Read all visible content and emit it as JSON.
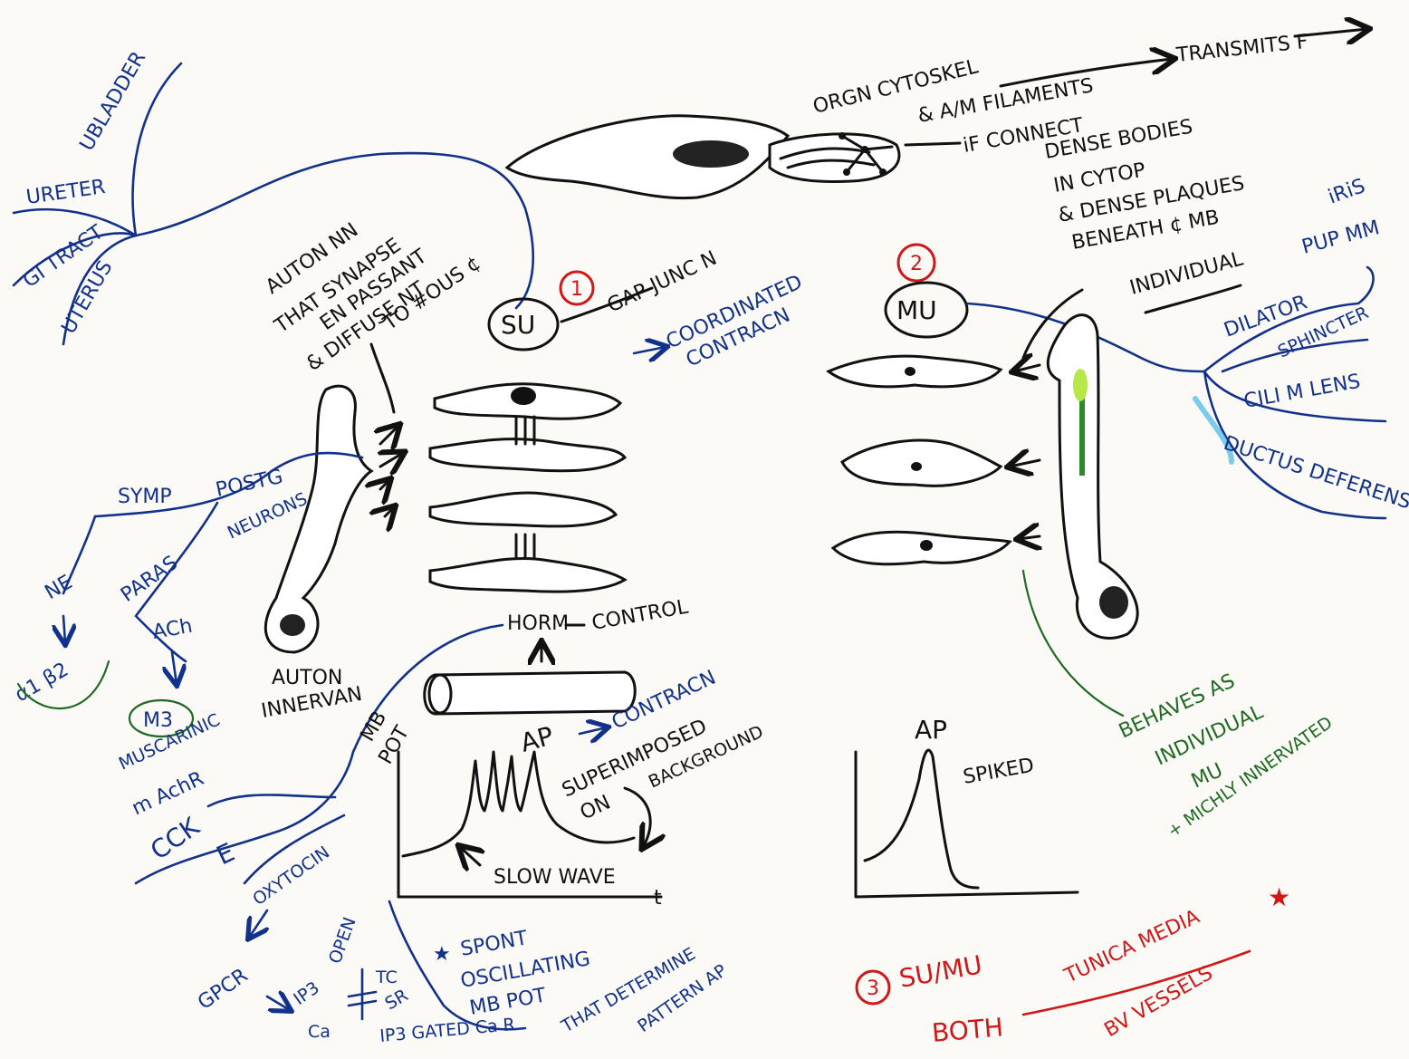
{
  "colors": {
    "black_ink": "#111111",
    "blue_ink": "#12318a",
    "red_ink": "#d01818",
    "green_ink": "#1f6a22",
    "highlight_green": "#b6e84a",
    "highlight_blue": "#44b6e8",
    "paper": "#fbfaf7"
  },
  "top_left_branch": {
    "ubladder": "UBLADDER",
    "ureter": "URETER",
    "gi_tract": "GI TRACT",
    "uterus": "UTERUS"
  },
  "top_structure": {
    "line1": "ORGN CYTOSKEL",
    "line2": "& A/M FILAMENTS",
    "transmits": "TRANSMITS F",
    "if_connect": "iF CONNECT",
    "dense1": "DENSE BODIES",
    "dense2": "IN CYTOP",
    "dense3": "& DENSE PLAQUES",
    "dense4": "BENEATH ¢ MB"
  },
  "single_unit": {
    "number": "1",
    "label": "SU",
    "gap": "GAP JUNC N",
    "coord1": "COORDINATED",
    "coord2": "CONTRACN",
    "auton1": "AUTON NN",
    "auton2": "THAT SYNAPSE",
    "auton3": "EN PASSANT",
    "auton4": "& DIFFUSE NT",
    "auton5": "TO #OUS ¢"
  },
  "multi_unit": {
    "number": "2",
    "label": "MU",
    "individual": "INDIVIDUAL",
    "iris": "iRiS",
    "pup": "PUP MM",
    "dilator": "DILATOR",
    "sphincter": "SPHINCTER",
    "cili": "CILI M LENS",
    "ductus": "DUCTUS DEFERENS",
    "behave1": "BEHAVES AS",
    "behave2": "INDIVIDUAL",
    "behave3": "MU",
    "behave4": "+ MICHLY INNERVATED"
  },
  "innervation": {
    "symp": "SYMP",
    "postg": "POSTG",
    "neurons": "NEURONS",
    "parasymp": "PARAS",
    "ne": "NE",
    "alpha_beta": "α1 β2",
    "ach": "ACh",
    "m3": "M3",
    "musc1": "MUSCARINIC",
    "musc2": "m AchR",
    "auton_innerv1": "AUTON",
    "auton_innerv2": "INNERVAN"
  },
  "hormonal": {
    "horm": "HORM",
    "control": "CONTROL",
    "cck": "CCK",
    "e": "E",
    "oxytocin": "OXYTOCIN",
    "gpcr": "GPCR",
    "ip3": "IP3",
    "open": "OPEN",
    "ca": "Ca",
    "tc": "TC",
    "sr": "SR",
    "ip3_gated": "IP3 GATED Ca R"
  },
  "graph_su": {
    "y_label1": "MB",
    "y_label2": "POT",
    "ap": "AP",
    "contracn": "CONTRACN",
    "superimposed": "SUPERIMPOSED",
    "on": "ON",
    "background": "BACKGROUND",
    "slow_wave": "SLOW WAVE",
    "t_axis": "t",
    "spont": "SPONT",
    "osc": "OSCILLATING",
    "mbpot": "MB POT",
    "that_det": "THAT DETERMINE",
    "pattern": "PATTERN AP"
  },
  "graph_mu": {
    "ap": "AP",
    "spiked": "SPIKED"
  },
  "both": {
    "number": "3",
    "label": "SU/MU",
    "both": "BOTH",
    "tunica": "TUNICA MEDIA",
    "bv": "BV VESSELS"
  }
}
